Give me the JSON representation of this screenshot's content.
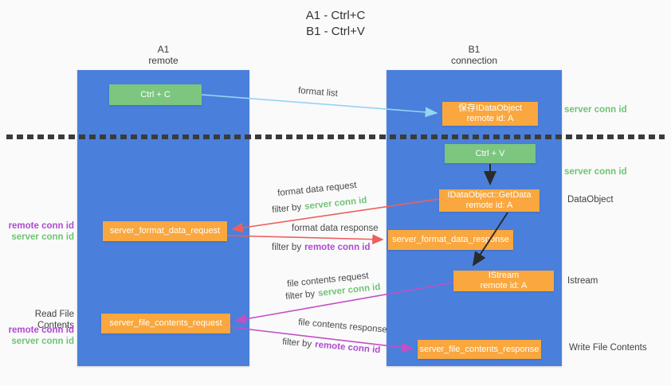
{
  "title": {
    "line1": "A1 - Ctrl+C",
    "line2": "B1 - Ctrl+V"
  },
  "lanes": {
    "left": {
      "title": "A1",
      "subtitle": "remote"
    },
    "right": {
      "title": "B1",
      "subtitle": "connection"
    }
  },
  "nodes": {
    "ctrl_c": {
      "label": "Ctrl + C"
    },
    "save_idataobject": {
      "line1": "保存IDataObject",
      "line2": "remote id: A"
    },
    "ctrl_v": {
      "label": "Ctrl + V"
    },
    "idataobject_getdata": {
      "line1": "IDataObject::GetData",
      "line2": "remote id: A"
    },
    "server_format_data_request": {
      "label": "server_format_data_request"
    },
    "server_format_data_response": {
      "label": "server_format_data_response"
    },
    "istream": {
      "line1": "IStream",
      "line2": "remote id: A"
    },
    "server_file_contents_request": {
      "label": "server_file_contents_request"
    },
    "server_file_contents_response": {
      "label": "server_file_contents_response"
    }
  },
  "flow_labels": {
    "format_list": "format list",
    "format_data_request": "format data request",
    "format_data_response": "format data response",
    "file_contents_request": "file contents request",
    "file_contents_response": "file contents response",
    "filter_by": "filter by",
    "server_conn_id": "server conn id",
    "remote_conn_id": "remote conn id"
  },
  "side_labels": {
    "server_conn_id_top": "server conn id",
    "server_conn_id_mid": "server conn id",
    "dataobject": "DataObject",
    "istream": "Istream",
    "write_file_contents": "Write File Contents",
    "read_file_contents": "Read File Contents",
    "remote_conn_id_left_top": "remote conn id",
    "server_conn_id_left_top": "server conn id",
    "remote_conn_id_left_bottom": "remote conn id",
    "server_conn_id_left_bottom": "server conn id"
  },
  "colors": {
    "lane_blue": "#4A80DB",
    "node_green": "#7CC67F",
    "node_orange": "#F9A73E",
    "arrow_light_blue": "#97D3F2",
    "arrow_red": "#EE5F5B",
    "arrow_magenta": "#C44FC4",
    "arrow_black": "#2B2B2B",
    "label_green": "#6FC473",
    "label_purple": "#AE4BCE",
    "text_dark": "#3F3F3F",
    "background": "#FAFAFB"
  }
}
